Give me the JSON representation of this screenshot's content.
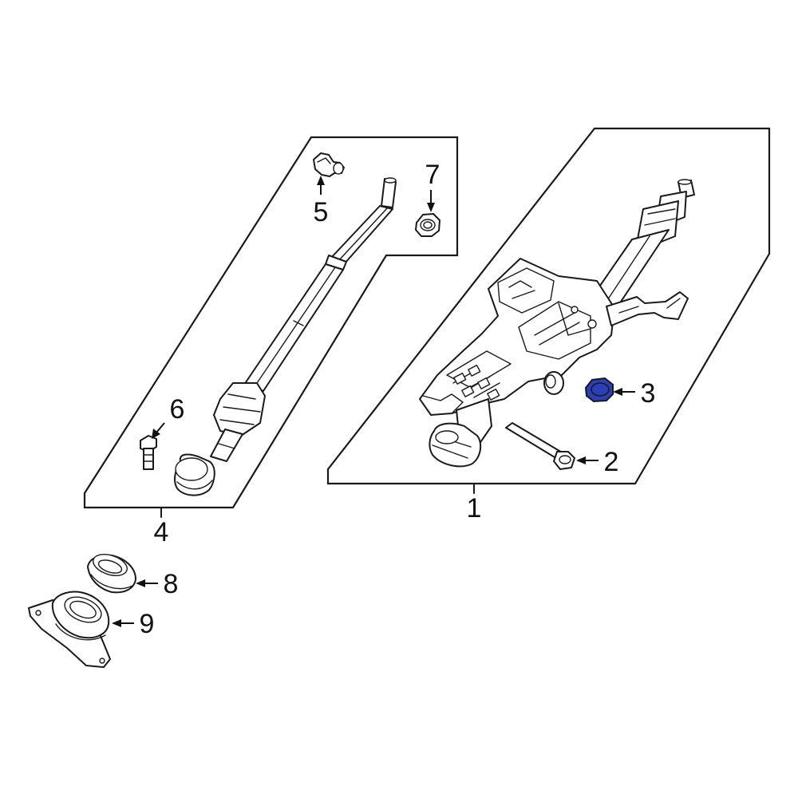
{
  "callouts": {
    "c1": "1",
    "c2": "2",
    "c3": "3",
    "c4": "4",
    "c5": "5",
    "c6": "6",
    "c7": "7",
    "c8": "8",
    "c9": "9"
  },
  "highlight_color": "#2a3fb8"
}
